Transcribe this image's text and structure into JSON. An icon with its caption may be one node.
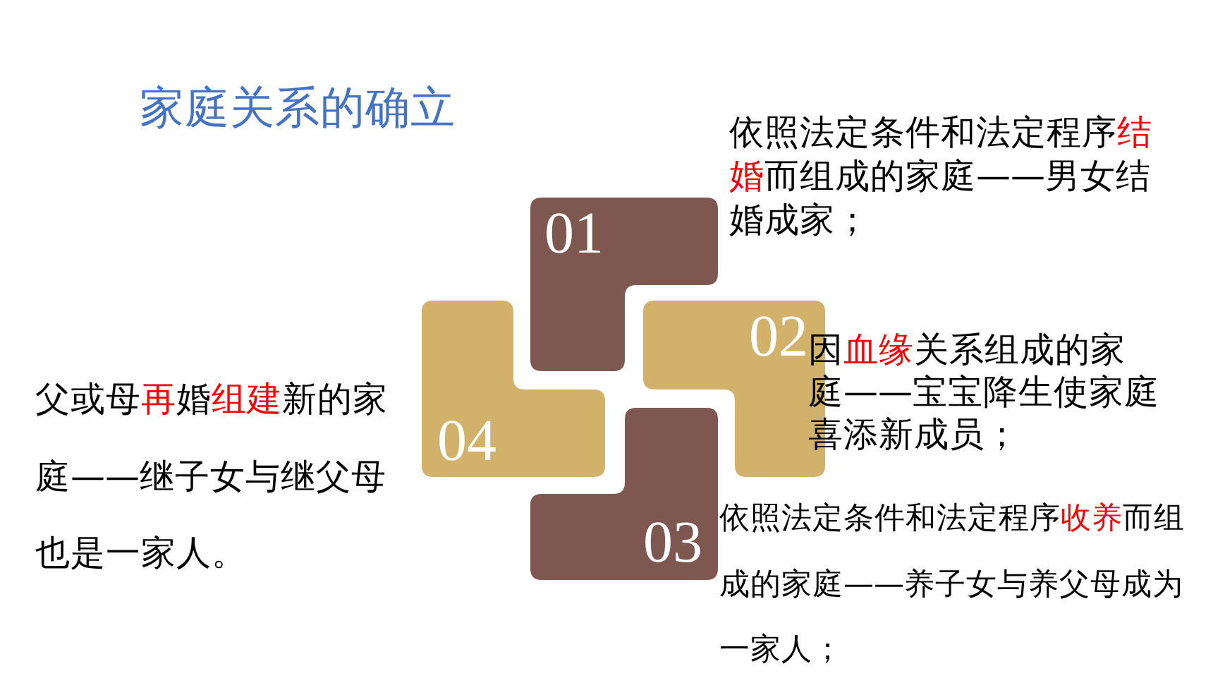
{
  "diagram": {
    "title": "家庭关系的确立",
    "nodes": [
      {
        "text": [
          "01"
        ],
        "beside": [
          "依照法定条件和法定程序**结婚**而组成的家庭——男女结婚成家；"
        ]
      },
      {
        "text": [
          "02"
        ],
        "beside": [
          "因**血缘**关系组成的家庭——宝宝降生使家庭喜添新成员；"
        ]
      },
      {
        "text": [
          "03"
        ],
        "beside": [
          "依照法定条件和法定程序**收养**而组成的家庭——养子女与养父母成为一家人；"
        ]
      },
      {
        "text": [
          "04"
        ],
        "beside": [
          "父或母**再**婚**组建**新的家庭——继子女与继父母也是一家人。"
        ]
      }
    ]
  }
}
